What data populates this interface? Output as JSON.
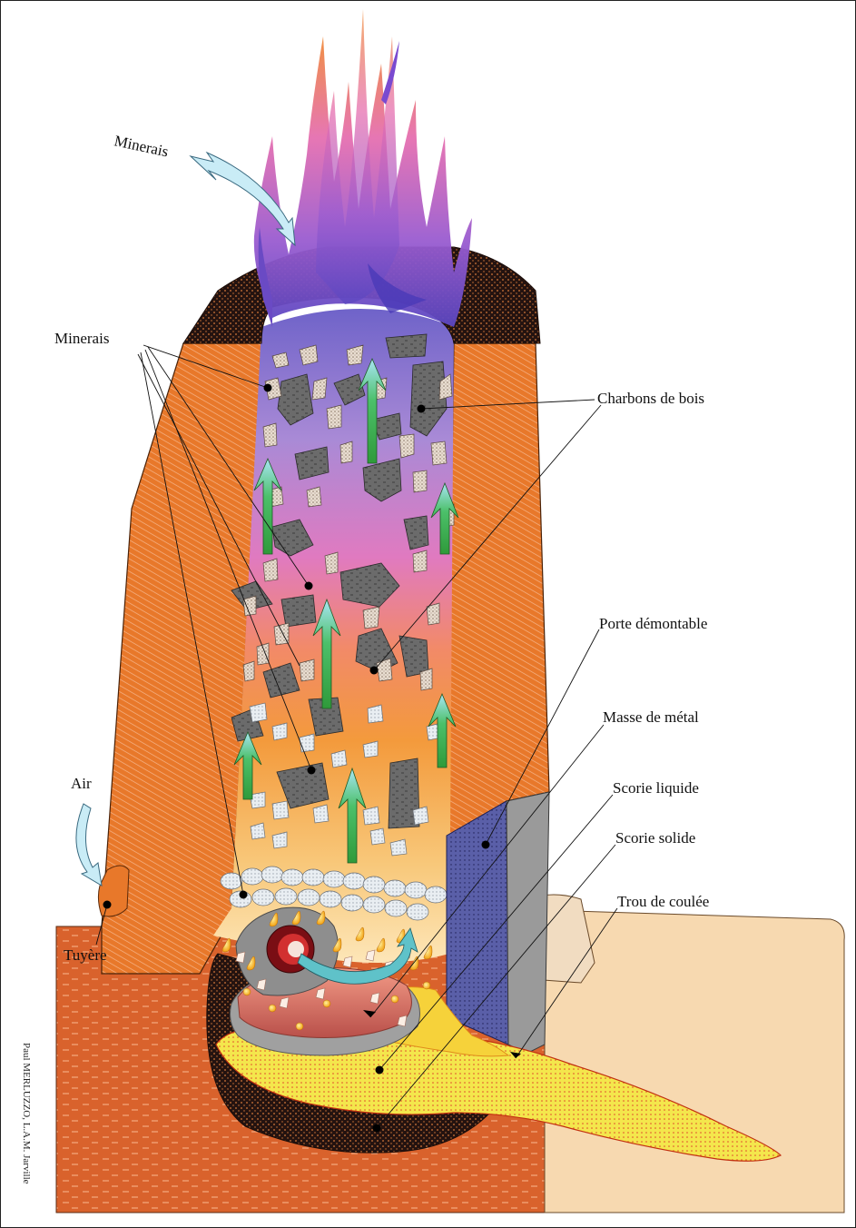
{
  "labels": {
    "minerais_top": "Minerais",
    "minerais_left": "Minerais",
    "charbons": "Charbons de bois",
    "porte": "Porte démontable",
    "masse": "Masse de métal",
    "scorie_liquide": "Scorie liquide",
    "scorie_solide": "Scorie solide",
    "trou": "Trou de coulée",
    "air": "Air",
    "tuyere": "Tuyère"
  },
  "credit": "Paul MERLUZZO, L.A.M. Jarville",
  "colors": {
    "furnace_wall": "#e8782a",
    "ground": "#d9622c",
    "charcoal": "#6b6b6b",
    "slag_liquid": "#f2e24a",
    "slag_solid": "#2a1510",
    "door": "#5a5fa8",
    "flame": "#8a55c8",
    "arrow_green": "#3aa845",
    "arrow_cyan": "#8fd8ee"
  }
}
